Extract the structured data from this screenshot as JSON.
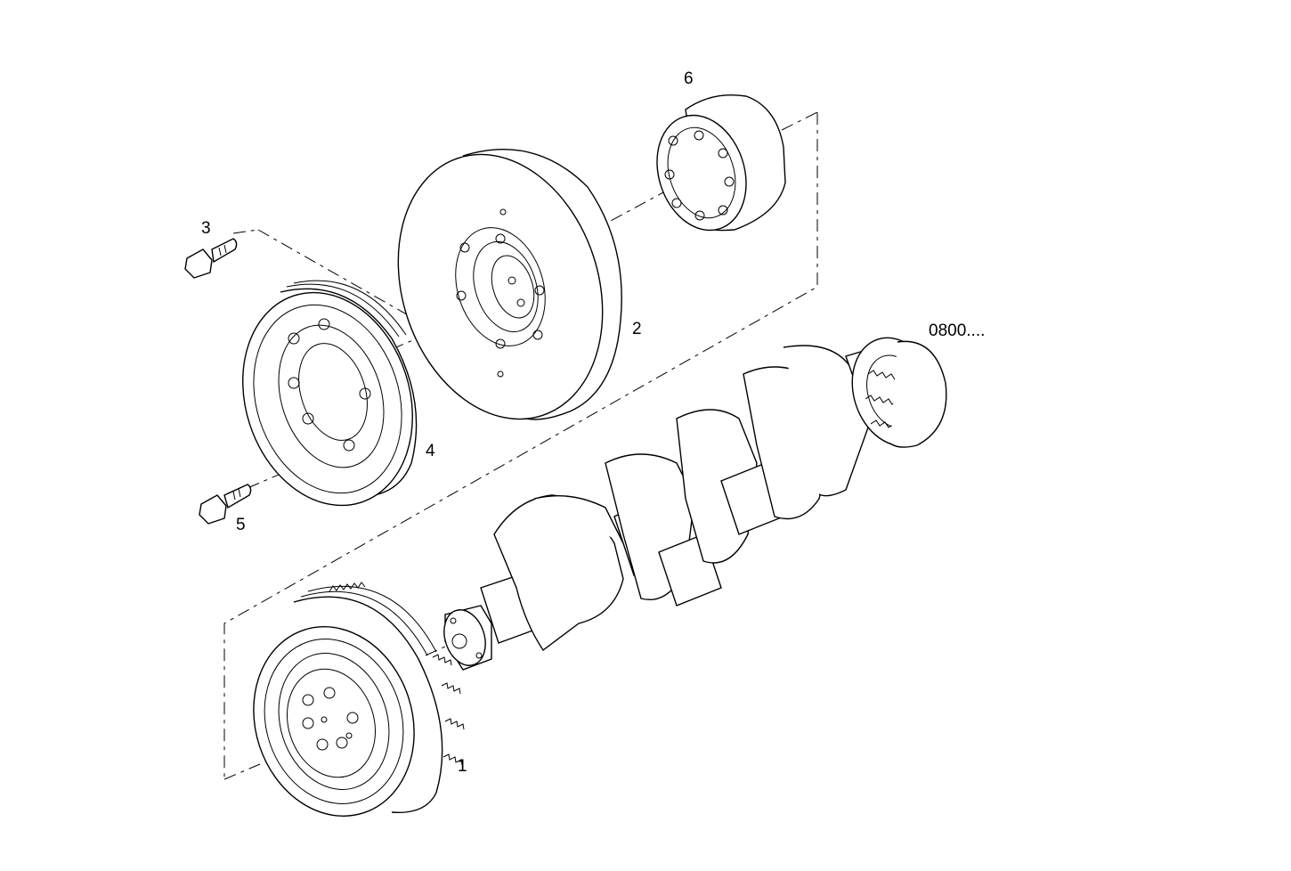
{
  "diagram": {
    "callouts": {
      "p1": "1",
      "p2": "2",
      "p3": "3",
      "p4": "4",
      "p5": "5",
      "p6": "6",
      "ref": "0800...."
    }
  }
}
